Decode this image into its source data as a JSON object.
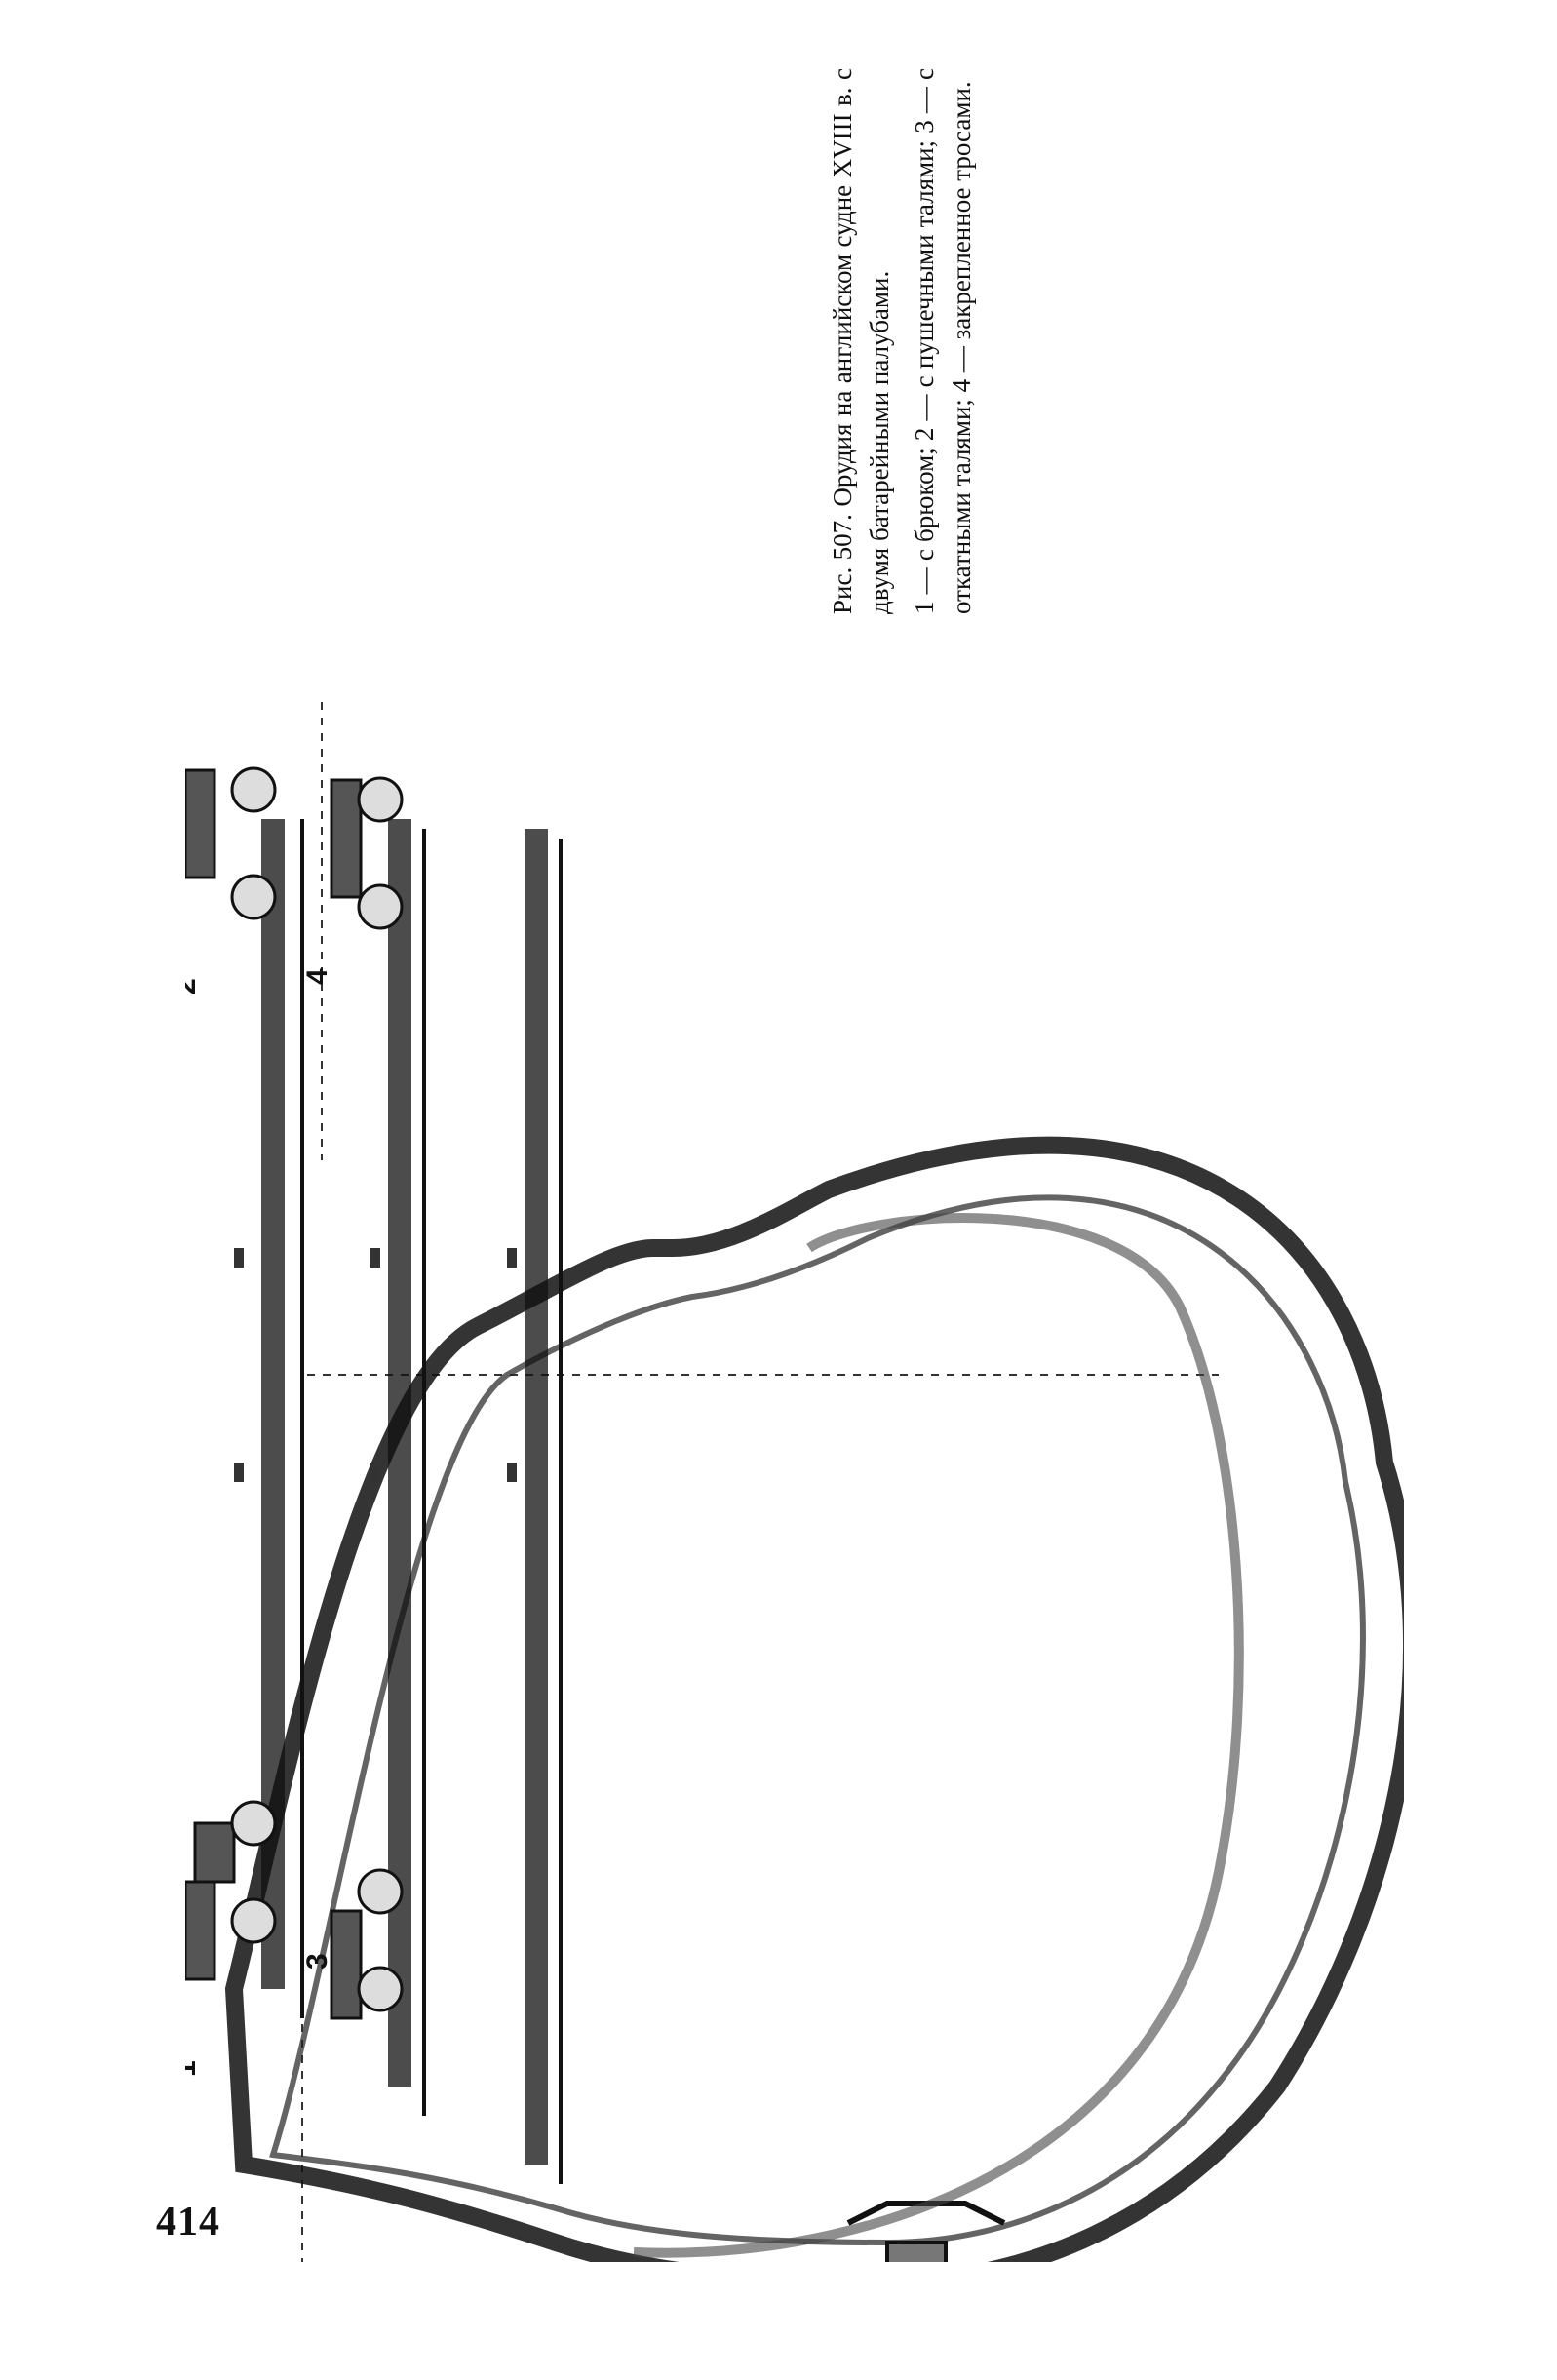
{
  "page": {
    "number": "414"
  },
  "caption": {
    "title": "Рис. 507. Орудия на английском судне XVIII в. с двумя батарейными палубами.",
    "legend": "1 — с брюком; 2 — с пушечными талями; 3 — с откатными талями; 4 — закрепленное тросами."
  },
  "figure": {
    "labels": [
      "1",
      "2",
      "3",
      "4"
    ],
    "icons": [
      "ship-cross-section",
      "cannon"
    ]
  }
}
